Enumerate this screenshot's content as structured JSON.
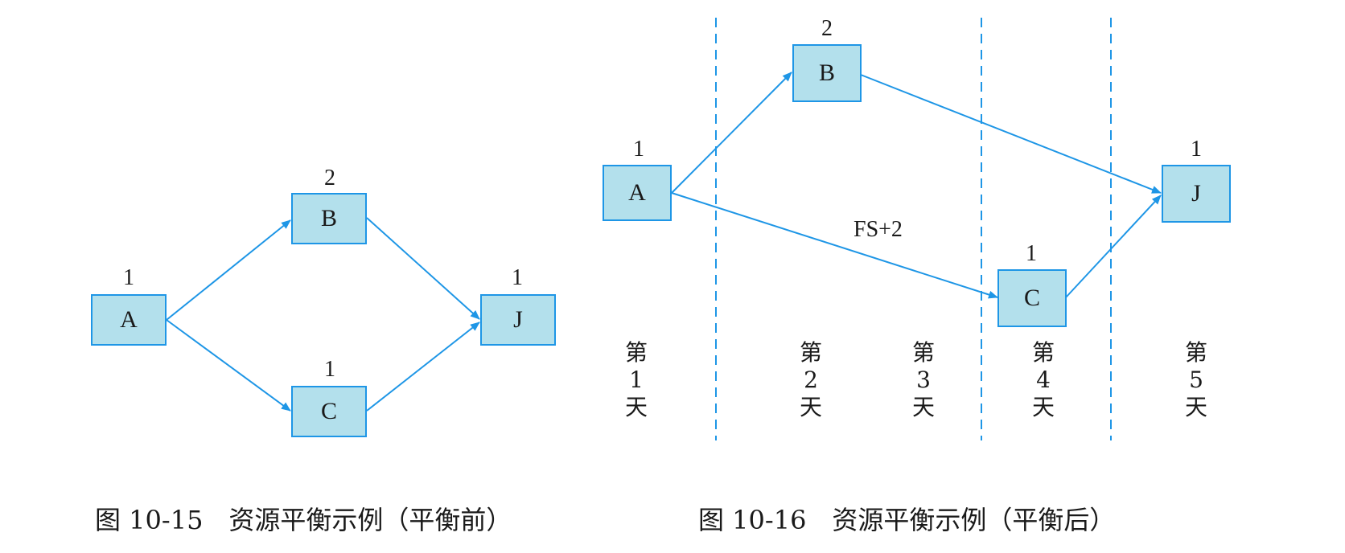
{
  "colors": {
    "node_fill": "#b3e0ec",
    "node_border": "#1e96e6",
    "arrow": "#1e96e6",
    "divider": "#1e96e6"
  },
  "figure_before": {
    "caption": "图 10-15　资源平衡示例（平衡前）",
    "nodes": [
      {
        "id": "A",
        "label": "A",
        "duration": "1"
      },
      {
        "id": "B",
        "label": "B",
        "duration": "2"
      },
      {
        "id": "C",
        "label": "C",
        "duration": "1"
      },
      {
        "id": "J",
        "label": "J",
        "duration": "1"
      }
    ],
    "edges": [
      {
        "from": "A",
        "to": "B"
      },
      {
        "from": "A",
        "to": "C"
      },
      {
        "from": "B",
        "to": "J"
      },
      {
        "from": "C",
        "to": "J"
      }
    ]
  },
  "figure_after": {
    "caption": "图 10-16　资源平衡示例（平衡后）",
    "nodes": [
      {
        "id": "A",
        "label": "A",
        "duration": "1"
      },
      {
        "id": "B",
        "label": "B",
        "duration": "2"
      },
      {
        "id": "C",
        "label": "C",
        "duration": "1"
      },
      {
        "id": "J",
        "label": "J",
        "duration": "1"
      }
    ],
    "edges": [
      {
        "from": "A",
        "to": "B"
      },
      {
        "from": "A",
        "to": "C",
        "label": "FS+2"
      },
      {
        "from": "B",
        "to": "J"
      },
      {
        "from": "C",
        "to": "J"
      }
    ],
    "days": [
      {
        "line1": "第",
        "line2": "1",
        "line3": "天"
      },
      {
        "line1": "第",
        "line2": "2",
        "line3": "天"
      },
      {
        "line1": "第",
        "line2": "3",
        "line3": "天"
      },
      {
        "line1": "第",
        "line2": "4",
        "line3": "天"
      },
      {
        "line1": "第",
        "line2": "5",
        "line3": "天"
      }
    ]
  }
}
